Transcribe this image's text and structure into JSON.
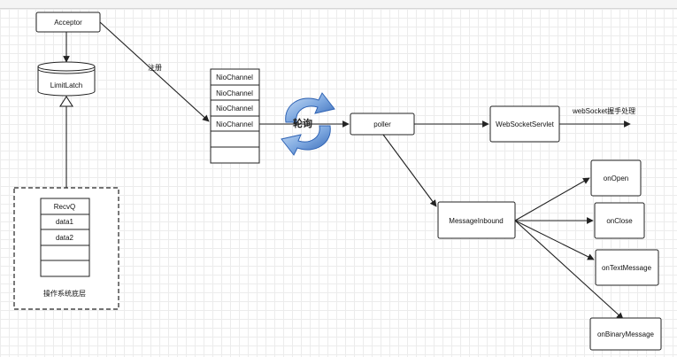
{
  "nodes": {
    "acceptor": "Acceptor",
    "limit_latch": "LimitLatch",
    "nio_channels": [
      "NioChannel",
      "NioChannel",
      "NioChannel",
      "NioChannel",
      "",
      ""
    ],
    "recv_cells": [
      "RecvQ",
      "data1",
      "data2",
      "",
      ""
    ],
    "os_layer": "操作系统底层",
    "poller": "poller",
    "poll_cycle": "轮询",
    "websocket_servlet": "WebSocketServlet",
    "message_inbound": "MessageInbound",
    "handlers": [
      "onOpen",
      "onClose",
      "onTextMessage",
      "onBinaryMessage"
    ]
  },
  "edge_labels": {
    "register": "注册",
    "handshake": "webSocket握手处理"
  },
  "colors": {
    "line": "#222222",
    "cycle_light": "#a7c8ef",
    "cycle_dark": "#2f63b4",
    "grid": "#ececec"
  }
}
